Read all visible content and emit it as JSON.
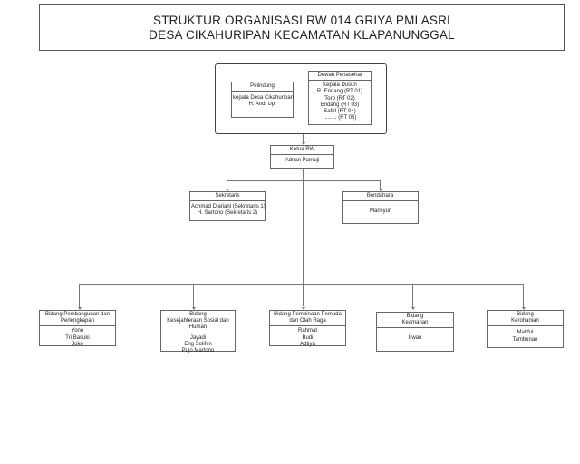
{
  "title": {
    "line1": "STRUKTUR ORGANISASI RW 014  GRIYA PMI ASRI",
    "line2": "DESA CIKAHURIPAN KECAMATAN KLAPANUNGGAL"
  },
  "pelindung": {
    "title": "Pelindung",
    "members": [
      "kepala Desa Cikahuripan",
      "H. Andi Upi"
    ]
  },
  "dewan": {
    "title": "Dewan Penasehat",
    "members": [
      "Kepala Dusun",
      "R. Endang (RT 01)",
      "Toro (RT 02)",
      "Endang (RT 03)",
      "Safril (RT 04)",
      "......... (RT 05)"
    ]
  },
  "ketua": {
    "title": "Ketua RW",
    "members": [
      "Adnan Parnuji"
    ]
  },
  "sekretaris": {
    "title": "Sekretaris",
    "members": [
      "Achmad Djariani  (Sekretaris 1)",
      "H. Sartono (Sekretaris 2)"
    ]
  },
  "bendahara": {
    "title": "Bendahara",
    "members": [
      "Mansyur"
    ]
  },
  "bidang": [
    {
      "title": [
        "Bidang Pembangunan dan",
        "Perlengkapan"
      ],
      "members": [
        "Yono",
        "Tri Basuki",
        "Joko"
      ]
    },
    {
      "title": [
        "Bidang",
        "Kesejahteraan Sosial dan",
        "Human"
      ],
      "members": [
        "Jayadi",
        "Eng Solihin",
        "Pujo Martono"
      ]
    },
    {
      "title": [
        "Bidang Pembinaan Pemuda",
        "dan Olah Raga"
      ],
      "members": [
        "Rahmat",
        "Budi",
        "Adtiya"
      ]
    },
    {
      "title": [
        "Bidang",
        "Keamanan"
      ],
      "members": [
        "Irwan"
      ]
    },
    {
      "title": [
        "Bidang",
        "Kerohanian"
      ],
      "members": [
        "Mahful",
        "Tambunan"
      ]
    }
  ]
}
